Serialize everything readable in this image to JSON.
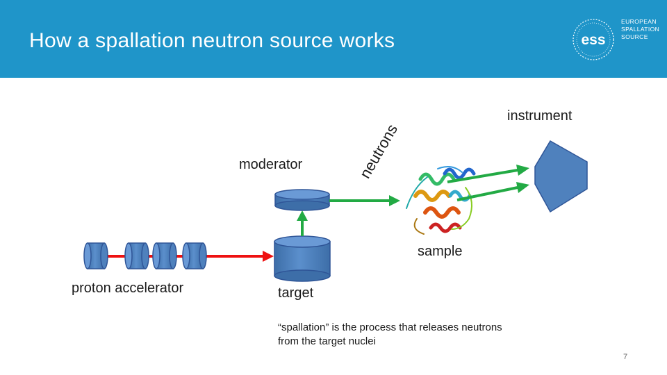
{
  "header": {
    "title": "How a spallation neutron source works",
    "bg_color": "#1f95c9"
  },
  "logo": {
    "mark": "ess",
    "text": "EUROPEAN\nSPALLATION\nSOURCE"
  },
  "labels": {
    "instrument": "instrument",
    "moderator": "moderator",
    "neutrons": "neutrons",
    "sample": "sample",
    "proton_accelerator": "proton accelerator",
    "target": "target"
  },
  "note": "“spallation” is the process that releases neutrons from the target nuclei",
  "page_number": "7",
  "colors": {
    "component_fill": "#4f81bd",
    "component_stroke": "#2f5597",
    "proton_beam": "#ee1111",
    "neutron_beam": "#22aa44"
  }
}
